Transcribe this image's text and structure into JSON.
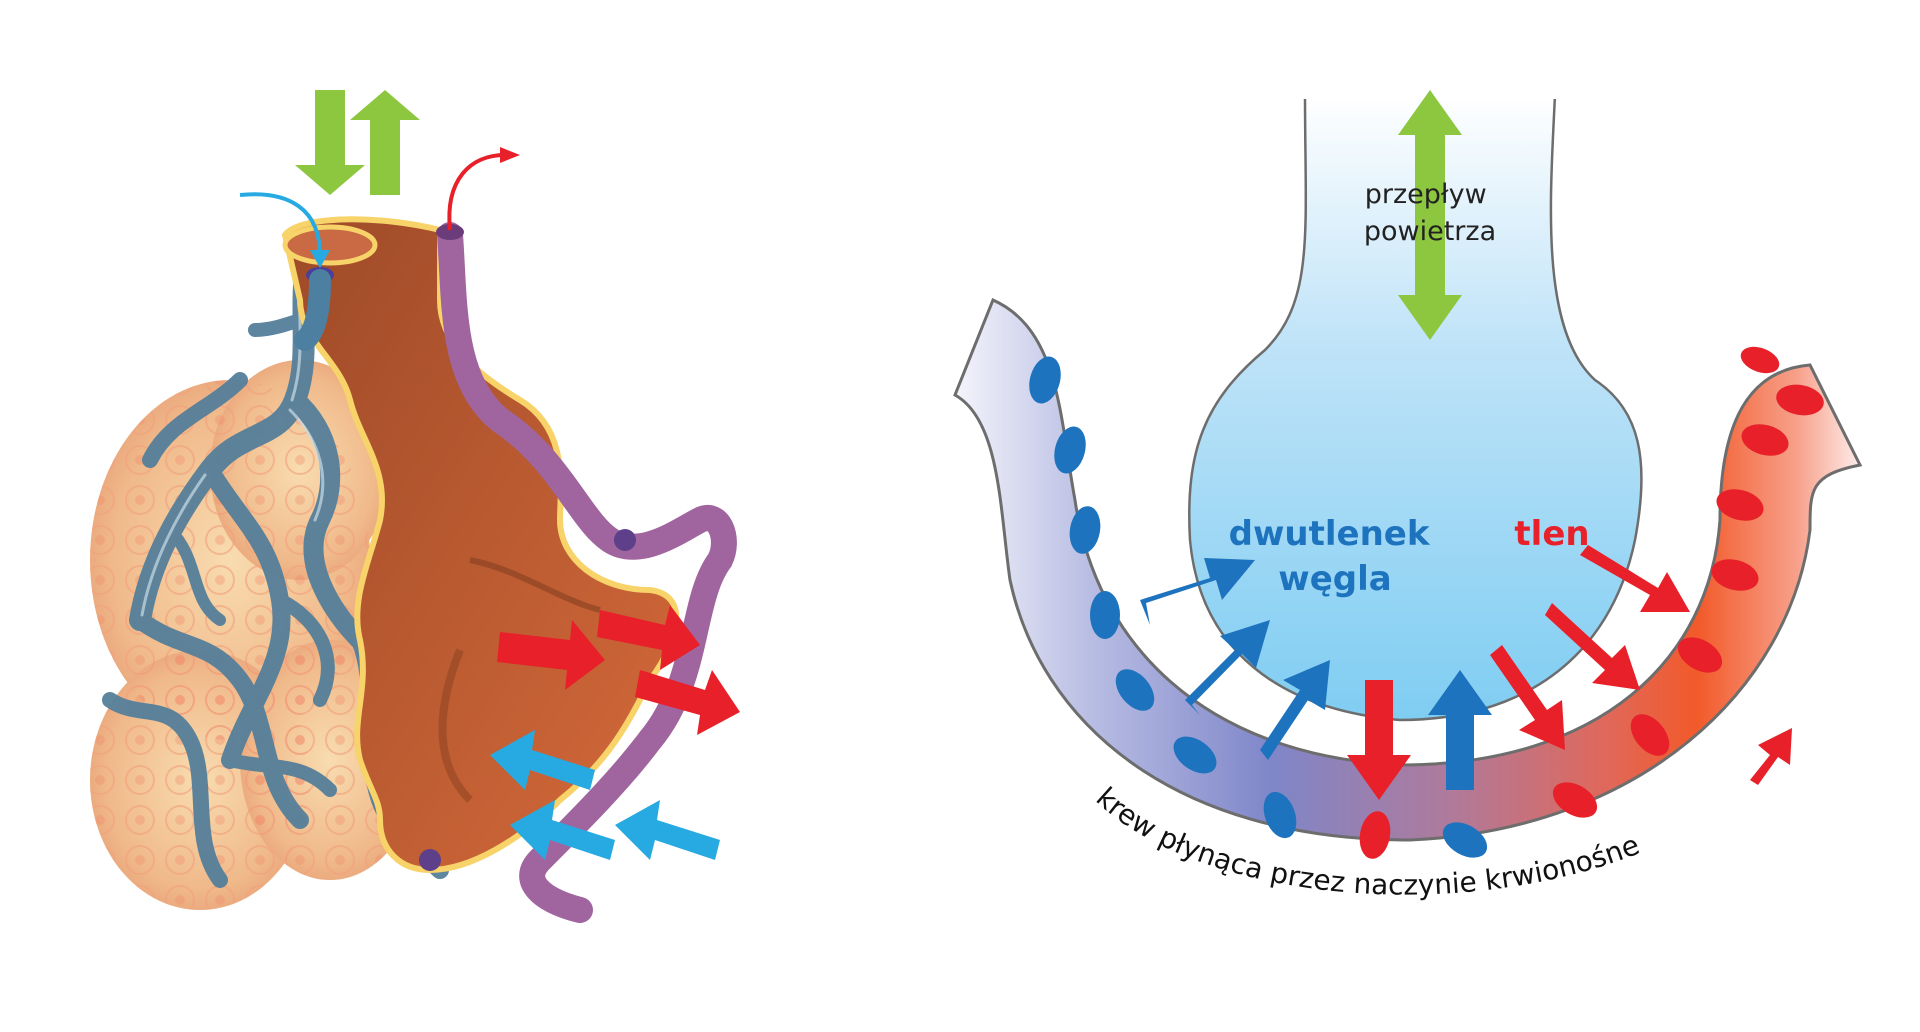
{
  "labels": {
    "airflow": [
      "przepływ",
      "powietrza"
    ],
    "co2": [
      "dwutlenek",
      "węgla"
    ],
    "oxygen": "tlen",
    "blood_flow": "krew płynąca przez naczynie krwionośne"
  },
  "colors": {
    "co2_blue": "#1e73be",
    "oxygen_red": "#e8202a",
    "air_green": "#8dc63f",
    "light_blue_arrow": "#27aae1",
    "alveolus_brown": "#b5532e",
    "deoxygenated_vessel": "#4d7fa0",
    "oxygenated_vessel": "#9b5a9c",
    "text_dark": "#222222"
  }
}
